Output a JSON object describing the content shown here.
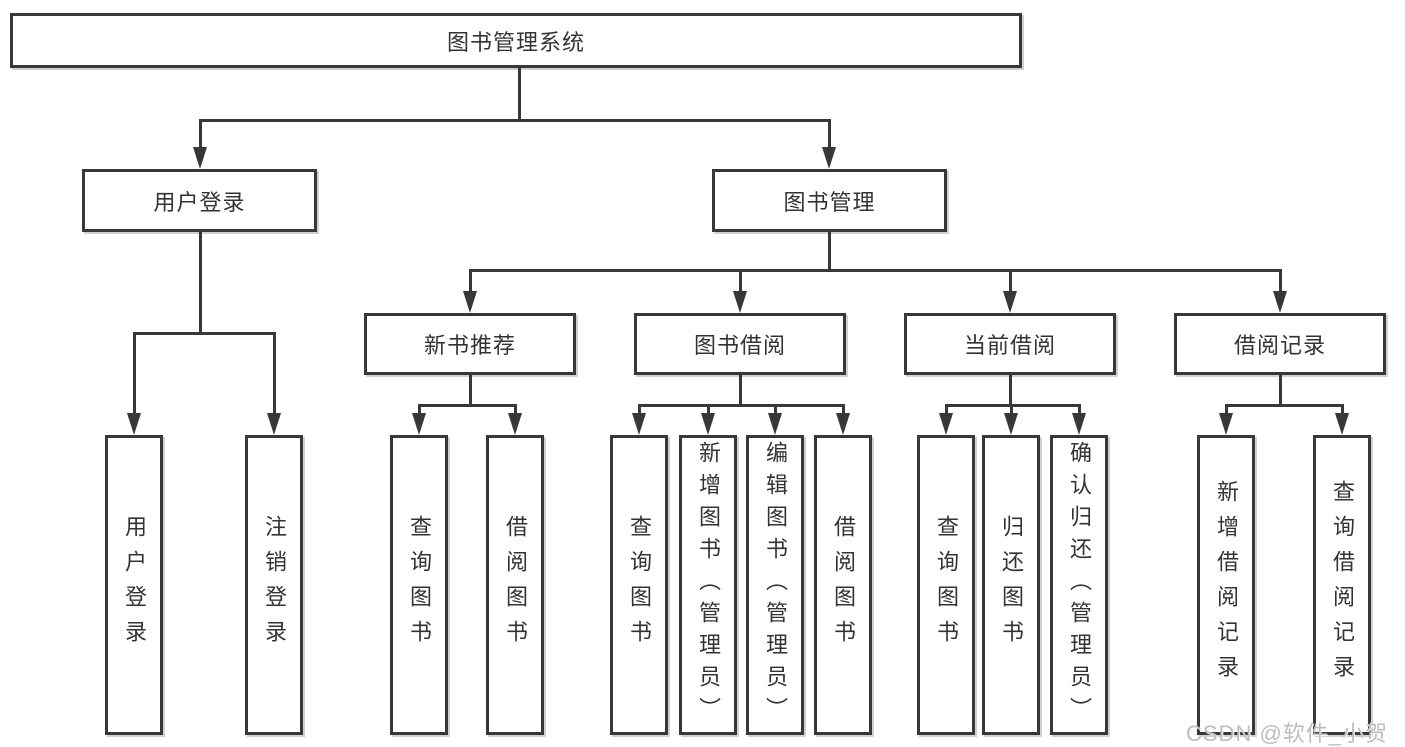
{
  "tree": {
    "label": "图书管理系统",
    "children": [
      {
        "label": "用户登录",
        "children": [
          {
            "label": "用户登录"
          },
          {
            "label": "注销登录"
          }
        ]
      },
      {
        "label": "图书管理",
        "children": [
          {
            "label": "新书推荐",
            "children": [
              {
                "label": "查询图书"
              },
              {
                "label": "借阅图书"
              }
            ]
          },
          {
            "label": "图书借阅",
            "children": [
              {
                "label": "查询图书"
              },
              {
                "label": "新增图书（管理员）"
              },
              {
                "label": "编辑图书（管理员）"
              },
              {
                "label": "借阅图书"
              }
            ]
          },
          {
            "label": "当前借阅",
            "children": [
              {
                "label": "查询图书"
              },
              {
                "label": "归还图书"
              },
              {
                "label": "确认归还（管理员）"
              }
            ]
          },
          {
            "label": "借阅记录",
            "children": [
              {
                "label": "新增借阅记录"
              },
              {
                "label": "查询借阅记录"
              }
            ]
          }
        ]
      }
    ]
  },
  "watermark": {
    "text": "CSDN @软件_小贺同学"
  },
  "colors": {
    "line": "#383838",
    "text": "#333333",
    "watermark": "#bdbdbd",
    "background": "#ffffff"
  }
}
